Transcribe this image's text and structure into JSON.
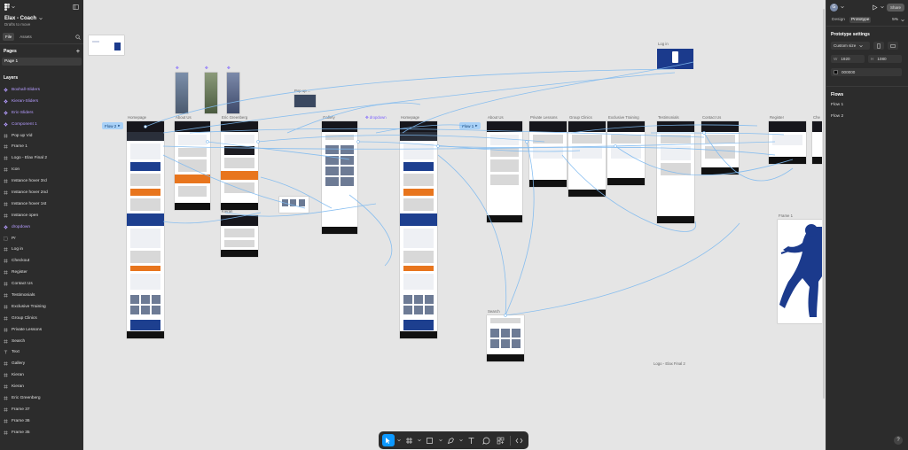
{
  "file": {
    "name": "Elax - Coach",
    "location": "Drafts to move"
  },
  "left_tabs": {
    "file": "File",
    "assets": "Assets"
  },
  "pages": {
    "heading": "Pages",
    "items": [
      "Page 1"
    ]
  },
  "layers": {
    "heading": "Layers",
    "items": [
      {
        "label": "Boxhall-Sliders",
        "kind": "component"
      },
      {
        "label": "Kieran-Sliders",
        "kind": "component"
      },
      {
        "label": "Eric-Sliders",
        "kind": "component"
      },
      {
        "label": "Component 1",
        "kind": "component"
      },
      {
        "label": "Pop up Vid",
        "kind": "frame"
      },
      {
        "label": "Frame 1",
        "kind": "frame"
      },
      {
        "label": "Logo - Elax Final 2",
        "kind": "frame"
      },
      {
        "label": "Icon",
        "kind": "frame"
      },
      {
        "label": "Instance hover 3rd",
        "kind": "frame"
      },
      {
        "label": "Instance hover 2nd",
        "kind": "frame"
      },
      {
        "label": "Instance hover 1st",
        "kind": "frame"
      },
      {
        "label": "Instance open",
        "kind": "frame"
      },
      {
        "label": "dropdown",
        "kind": "component"
      },
      {
        "label": "Pr",
        "kind": "group"
      },
      {
        "label": "Log in",
        "kind": "frame"
      },
      {
        "label": "Checkout",
        "kind": "frame"
      },
      {
        "label": "Register",
        "kind": "frame"
      },
      {
        "label": "Contact Us",
        "kind": "frame"
      },
      {
        "label": "Testimonials",
        "kind": "frame"
      },
      {
        "label": "Exclusive Training",
        "kind": "frame"
      },
      {
        "label": "Group Clinics",
        "kind": "frame"
      },
      {
        "label": "Private Lessons",
        "kind": "frame"
      },
      {
        "label": "Search",
        "kind": "frame"
      },
      {
        "label": "Text",
        "kind": "text"
      },
      {
        "label": "Gallery",
        "kind": "frame"
      },
      {
        "label": "Kieran",
        "kind": "frame"
      },
      {
        "label": "Kieran",
        "kind": "frame"
      },
      {
        "label": "Eric Greenberg",
        "kind": "frame"
      },
      {
        "label": "Frame 37",
        "kind": "frame"
      },
      {
        "label": "Frame 36",
        "kind": "frame"
      },
      {
        "label": "Frame 35",
        "kind": "frame"
      }
    ]
  },
  "canvas": {
    "frames": {
      "homepage": "Homepage",
      "about_us": "About Us",
      "eric_greenberg": "Eric Greenberg",
      "kieran": "Kieran",
      "pop_up": "Pop up ...",
      "gallery": "Gallery",
      "dropdown": "dropdown",
      "homepage2": "Homepage",
      "about_us2": "About Us",
      "private_lessons": "Private Lessons",
      "group_clinics": "Group Clinics",
      "exclusive_training": "Exclusive Training",
      "testimonials": "Testimonials",
      "contact_us": "Contact Us",
      "register": "Register",
      "checkout": "Che",
      "log_in": "Log in",
      "search": "Search",
      "frame_1": "Frame 1",
      "logo": "Logo - Elax Final 2"
    },
    "flow_tags": {
      "flow2": "Flow 2",
      "flow1": "Flow 1"
    }
  },
  "right_panel": {
    "avatar_initial": "G",
    "share": "Share",
    "tabs": {
      "design": "Design",
      "prototype": "Prototype"
    },
    "zoom": "5%",
    "prototype_settings": {
      "heading": "Prototype settings",
      "device": "Custom size",
      "w_label": "W",
      "w_value": "1920",
      "h_label": "H",
      "h_value": "1080",
      "bg_color": "000000"
    },
    "flows": {
      "heading": "Flows",
      "items": [
        "Flow 1",
        "Flow 2"
      ]
    },
    "help": "?"
  },
  "colors": {
    "panel": "#2c2c2c",
    "canvas": "#e5e5e5",
    "accent": "#0d99ff",
    "component": "#b59cff",
    "brand_blue": "#1b3a8c",
    "brand_orange": "#e8751d",
    "wire": "#7fbaf0"
  },
  "toolbar": {
    "tools": [
      "move-tool",
      "frame-tool",
      "shape-tool",
      "pen-tool",
      "text-tool",
      "comment-tool",
      "actions-tool",
      "dev-mode-tool"
    ]
  }
}
